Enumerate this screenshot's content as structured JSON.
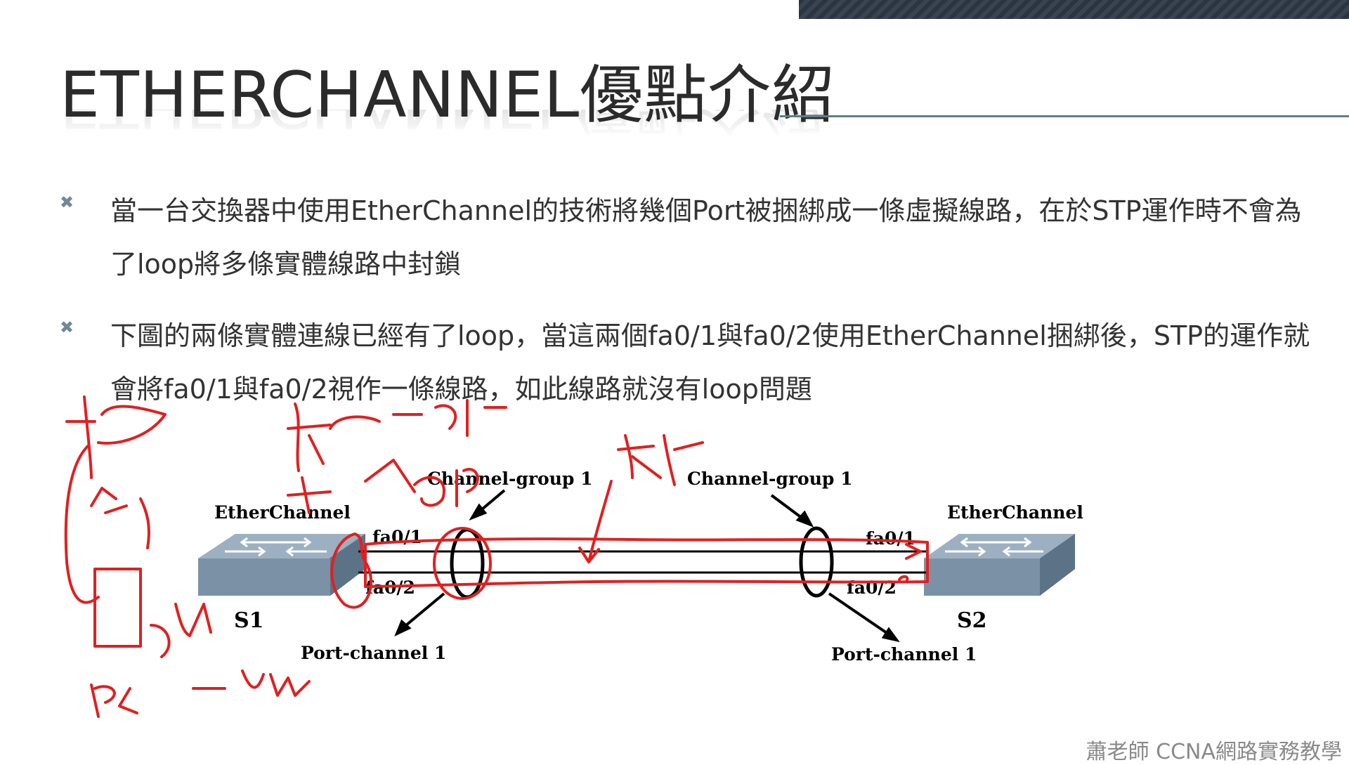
{
  "slide": {
    "title": "ETHERCHANNEL優點介紹",
    "bullets": [
      "當一台交換器中使用EtherChannel的技術將幾個Port被捆綁成一條虛擬線路，在於STP運作時不會為了loop將多條實體線路中封鎖",
      "下圖的兩條實體連線已經有了loop，當這兩個fa0/1與fa0/2使用EtherChannel捆綁後，STP的運作就會將fa0/1與fa0/2視作一條線路，如此線路就沒有loop問題"
    ],
    "footer": "蕭老師 CCNA網路實務教學"
  },
  "diagram": {
    "switch_left_label": "S1",
    "switch_right_label": "S2",
    "etherchannel_left": "EtherChannel",
    "etherchannel_right": "EtherChannel",
    "channel_group_left": "Channel-group 1",
    "channel_group_right": "Channel-group 1",
    "port_channel_left": "Port-channel 1",
    "port_channel_right": "Port-channel 1",
    "left_ports": [
      "fa0/1",
      "fa0/2"
    ],
    "right_ports": [
      "fa0/1",
      "fa0/2"
    ]
  },
  "colors": {
    "switch_top": "#8ea3b5",
    "switch_side": "#6f8599",
    "annotation": "#e02020",
    "accent_rule": "#5f7f8a"
  }
}
